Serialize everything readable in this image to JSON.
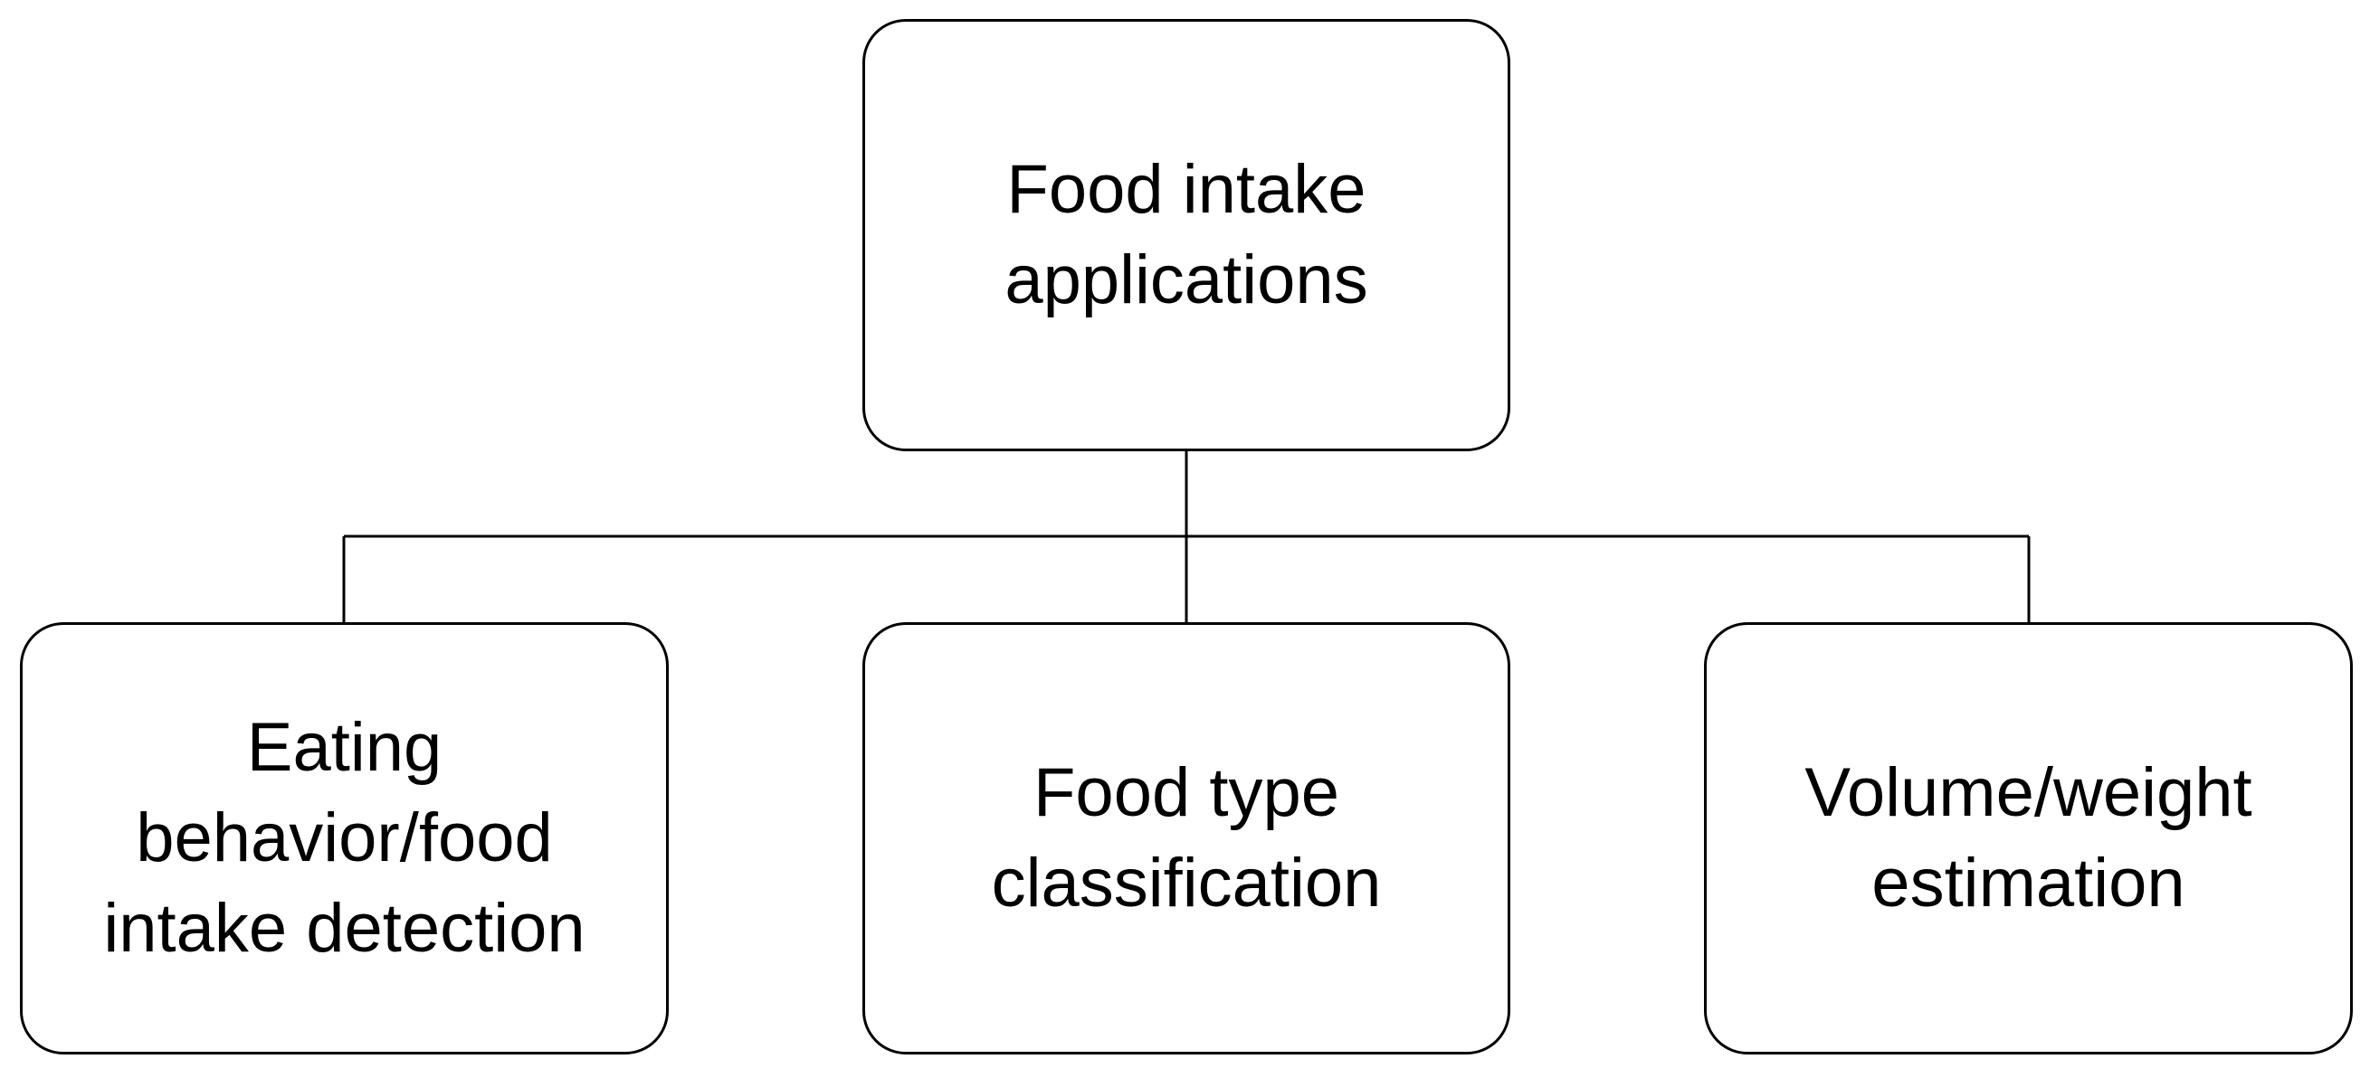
{
  "diagram": {
    "root": {
      "label": "Food intake\napplications"
    },
    "children": [
      {
        "label": "Eating\nbehavior/food\nintake detection"
      },
      {
        "label": "Food type\nclassification"
      },
      {
        "label": "Volume/weight\nestimation"
      }
    ]
  },
  "colors": {
    "stroke": "#000000",
    "fill": "#ffffff",
    "text": "#000000"
  }
}
